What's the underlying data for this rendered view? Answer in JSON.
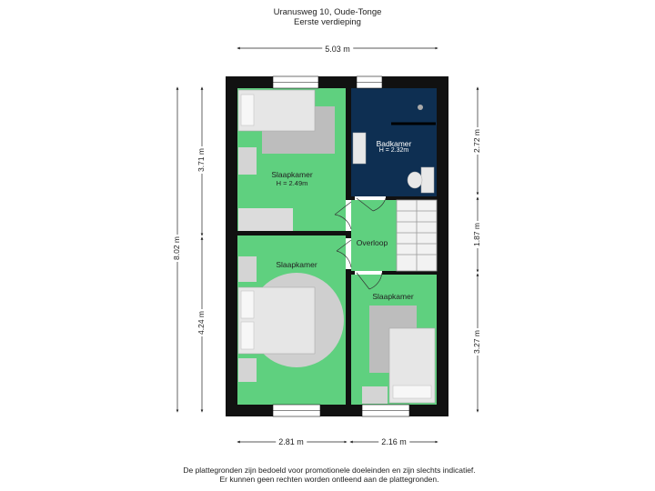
{
  "header": {
    "address": "Uranusweg 10,  Oude-Tonge",
    "floor": "Eerste verdieping"
  },
  "dimensions": {
    "top_width": "5.03 m",
    "left_total": "8.02 m",
    "left_upper": "3.71 m",
    "left_lower": "4.24 m",
    "right_upper": "2.72 m",
    "right_middle": "1.87 m",
    "right_lower": "3.27 m",
    "bottom_left": "2.81 m",
    "bottom_right": "2.16 m"
  },
  "rooms": {
    "bedroom1_name": "Slaapkamer",
    "bedroom1_height": "H = 2.49m",
    "bathroom_name": "Badkamer",
    "bathroom_height": "H = 2.32m",
    "landing_name": "Overloop",
    "bedroom2_name": "Slaapkamer",
    "bedroom3_name": "Slaapkamer"
  },
  "footer": {
    "line1": "De plattegronden zijn bedoeld voor promotionele doeleinden en zijn slechts indicatief.",
    "line2": "Er kunnen geen rechten worden ontleend aan de plattegronden."
  },
  "colors": {
    "bedroom": "#5fd07f",
    "bathroom": "#0e2f52",
    "wall": "#111111",
    "furniture": "#d4d4d4",
    "rug": "#bdbdbd"
  }
}
